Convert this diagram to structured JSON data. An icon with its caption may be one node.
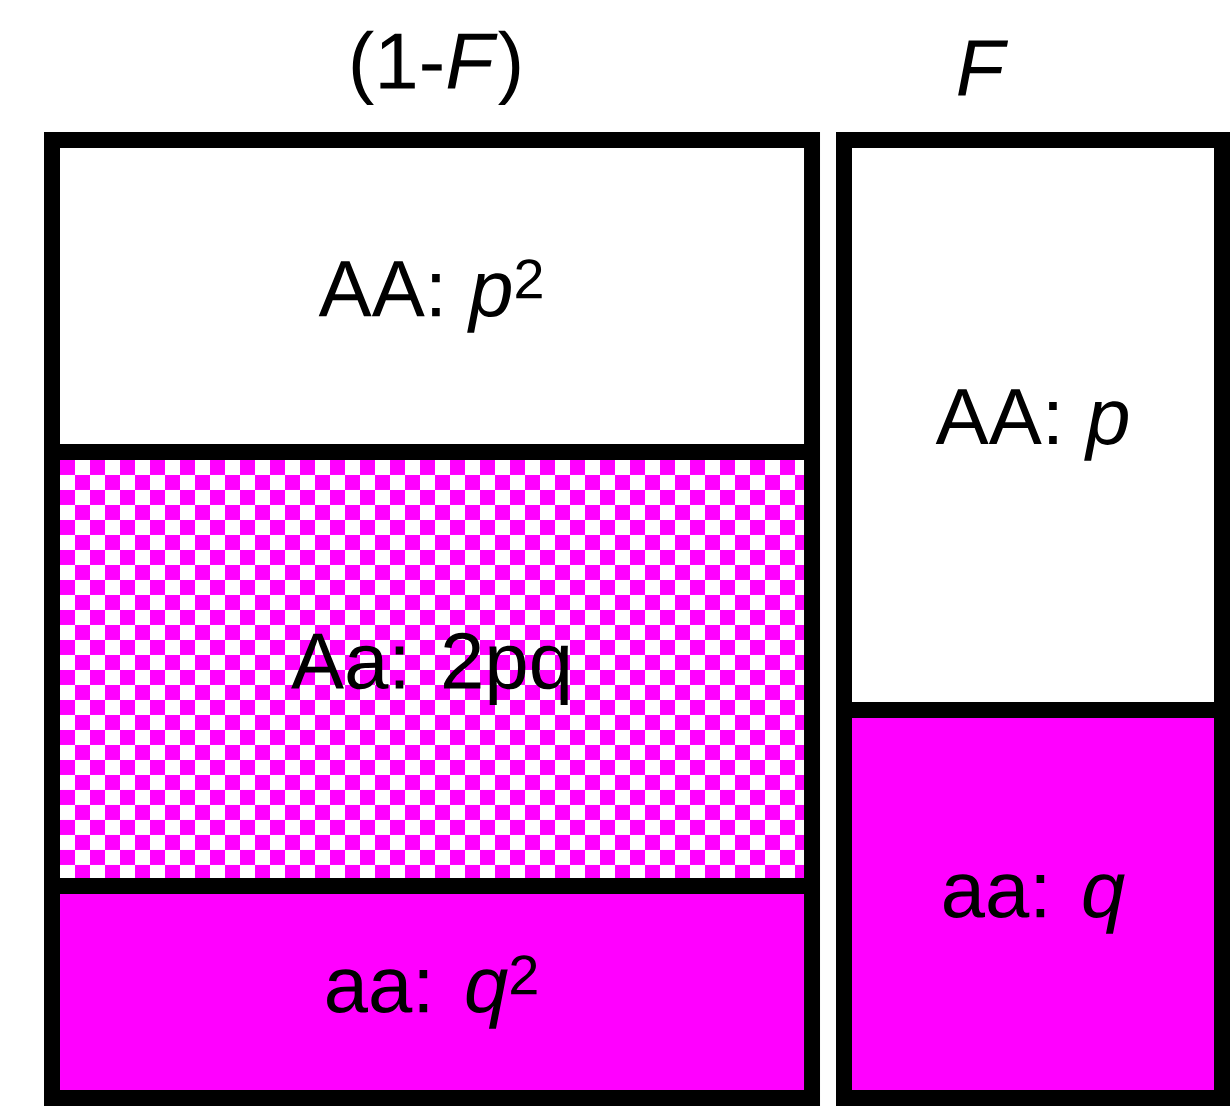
{
  "diagram": {
    "nodes": [
      {
        "text": [
          "(1-*F*)"
        ]
      },
      {
        "text": [
          "AA: *p*$^{2}$"
        ],
        "in": 0
      },
      {
        "text": [
          "Aa: 2pq"
        ],
        "in": 0
      },
      {
        "text": [
          "aa: *q*$^{2}$"
        ],
        "in": 0
      },
      {
        "text": [
          "F"
        ]
      },
      {
        "text": [
          "AA: *p*"
        ],
        "in": 4
      },
      {
        "text": [
          "aa: *q*"
        ],
        "in": 4
      }
    ]
  }
}
